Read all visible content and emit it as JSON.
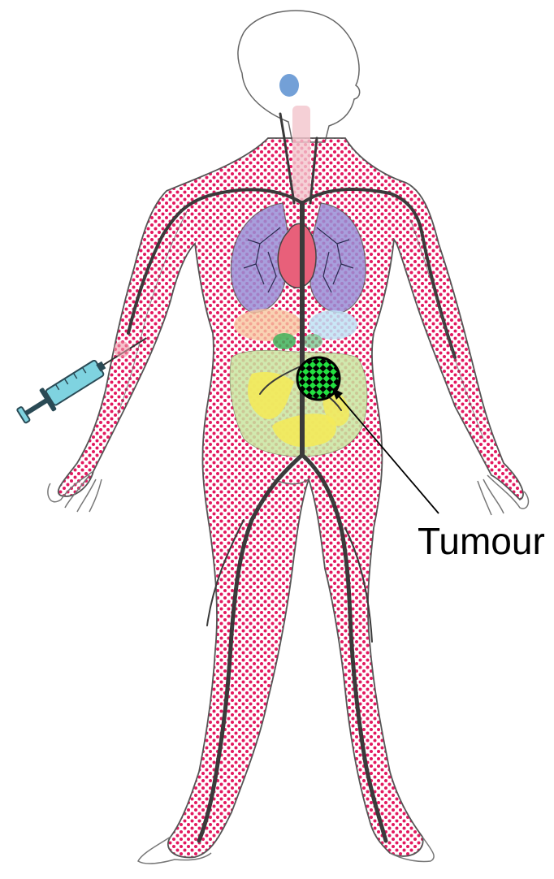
{
  "label": "Tumour",
  "colors": {
    "background": "#ffffff",
    "outline": "#555555",
    "dots": "#e0004f",
    "vessel": "#3a3a3a",
    "lungs": "#9a8fd6",
    "heart": "#e8607a",
    "liver_tint": "#f7c7a0",
    "stomach_tint": "#bfe3f5",
    "small_intestine": "#c9e6a0",
    "large_intestine": "#f3ea5a",
    "spleen_green": "#3fb35a",
    "brain_spot": "#5b8fd0",
    "tumour_body": "#000000",
    "tumour_pattern": "#22e040",
    "syringe_barrel": "#7fd3e0",
    "syringe_dark": "#2a4a55"
  },
  "icons": [
    "syringe-icon",
    "tumour-marker",
    "body-figure"
  ]
}
